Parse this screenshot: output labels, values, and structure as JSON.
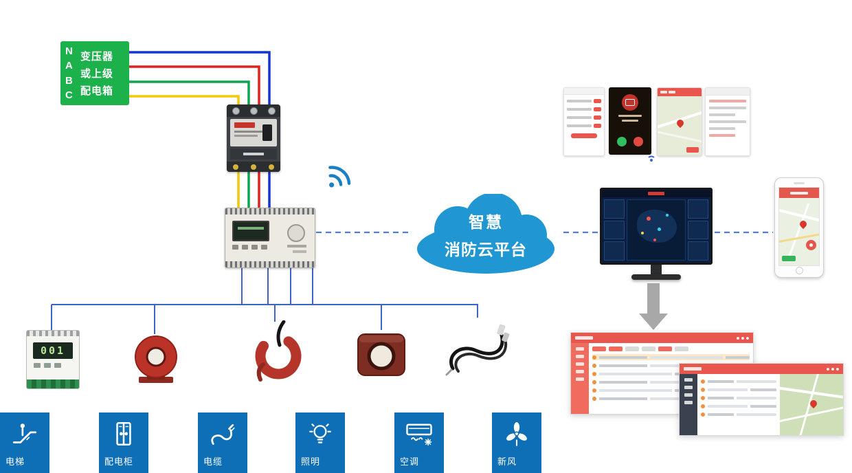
{
  "source": {
    "phases": [
      "N",
      "A",
      "B",
      "C"
    ],
    "lines": [
      "变压器",
      "或上级",
      "配电箱"
    ]
  },
  "cloud": {
    "line1": "智慧",
    "line2": "消防云平台"
  },
  "meter": {
    "display": "001"
  },
  "endpoints": [
    {
      "label": "电梯",
      "icon": "escalator-icon"
    },
    {
      "label": "配电柜",
      "icon": "cabinet-icon"
    },
    {
      "label": "电缆",
      "icon": "cable-icon"
    },
    {
      "label": "照明",
      "icon": "bulb-icon"
    },
    {
      "label": "空调",
      "icon": "ac-icon"
    },
    {
      "label": "新风",
      "icon": "fan-icon"
    }
  ],
  "colors": {
    "phase_n_blue": "#1536c9",
    "phase_a_red": "#e3201c",
    "phase_b_green": "#0fa54d",
    "phase_c_yellow": "#f3c70a",
    "cloud_blue": "#2097d3",
    "endpoint_blue": "#0e6eb6",
    "source_green": "#1cb14b",
    "dashed_link_blue": "#4f7bd9",
    "accent_red": "#e8564e"
  },
  "icons": {
    "wireless": "wifi-icon",
    "uplink": "wireless-link-icon",
    "flow_arrow": "down-arrow-icon"
  }
}
